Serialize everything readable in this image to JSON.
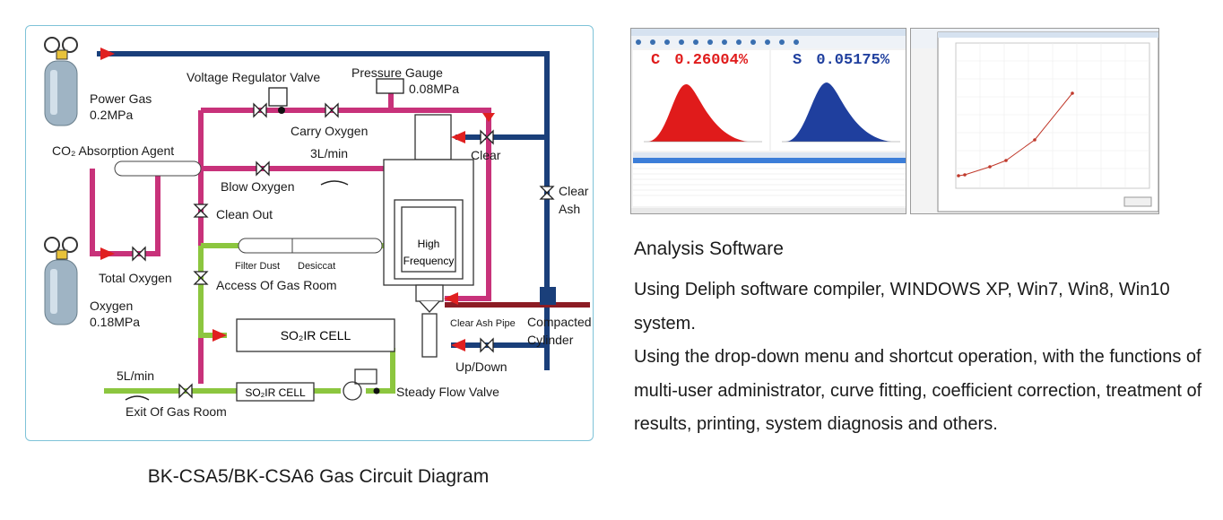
{
  "diagram": {
    "caption": "BK-CSA5/BK-CSA6 Gas Circuit Diagram",
    "labels": {
      "power_gas": "Power Gas",
      "power_gas_pressure": "0.2MPa",
      "voltage_regulator_valve": "Voltage Regulator Valve",
      "pressure_gauge": "Pressure Gauge",
      "pressure_gauge_value": "0.08MPa",
      "carry_oxygen": "Carry Oxygen",
      "co2_absorption_agent": "CO₂ Absorption Agent",
      "flow_3l": "3L/min",
      "blow_oxygen": "Blow Oxygen",
      "clean_out": "Clean Out",
      "clear": "Clear",
      "clear_ash_line1": "Clear",
      "clear_ash_line2": "Ash",
      "high_freq_line1": "High",
      "high_freq_line2": "Frequency",
      "filter_dust": "Filter Dust",
      "desiccat": "Desiccat",
      "total_oxygen": "Total Oxygen",
      "access_gas_room": "Access Of Gas Room",
      "oxygen": "Oxygen",
      "oxygen_pressure": "0.18MPa",
      "clear_ash_pipe": "Clear Ash Pipe",
      "compacted": "Compacted",
      "cylinder": "Cylinder",
      "so2_ir_cell_large": "SO₂IR CELL",
      "up_down": "Up/Down",
      "flow_5l": "5L/min",
      "so2_ir_cell_small": "SO₂IR CELL",
      "steady_flow_valve": "Steady Flow Valve",
      "exit_gas_room": "Exit Of Gas Room"
    }
  },
  "screenshot_left": {
    "carbon_label": "C",
    "carbon_value": "0.26004%",
    "sulfur_label": "S",
    "sulfur_value": "0.05175%",
    "carbon_color": "#e01b1b",
    "sulfur_color": "#1f3f9e"
  },
  "software": {
    "title": "Analysis Software",
    "paragraphs": [
      "Using Deliph software compiler, WINDOWS XP, Win7, Win8, Win10 system.",
      "Using the drop-down menu and shortcut operation, with the functions of multi-user administrator, curve fitting, coefficient correction, treatment of results, printing, system diagnosis and others."
    ]
  },
  "colors": {
    "magenta_line": "#c8327a",
    "blue_line": "#1a3f7a",
    "green_line": "#8cc63f",
    "arrow_red": "#e02020",
    "frame_border": "#7ec3d8"
  }
}
